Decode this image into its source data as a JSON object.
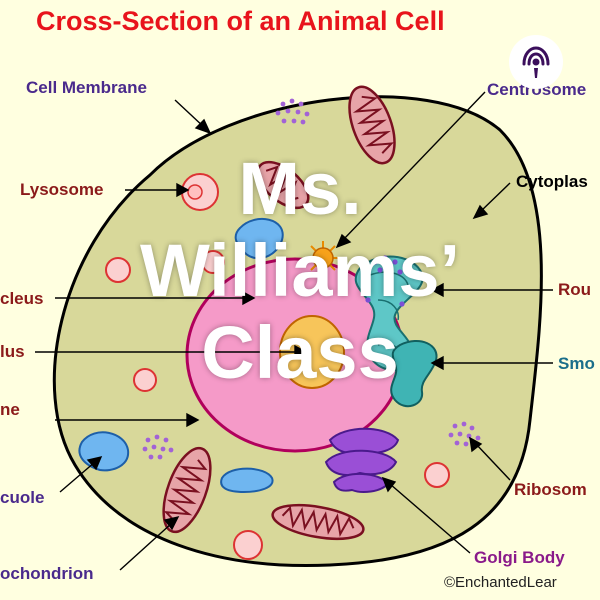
{
  "title": "Cross-Section of an Animal Cell",
  "labels": {
    "cell_membrane": "Cell Membrane",
    "lysosome": "Lysosome",
    "nucleus": "cleus",
    "nucleolus": "lus",
    "nuclear_membrane": "ne",
    "vacuole": "cuole",
    "mitochondrion": "ochondrion",
    "centrosome": "Centrosome",
    "cytoplasm": "Cytoplas",
    "rough_er": "Rou",
    "smooth_er": "Smo",
    "ribosomes": "Ribosom",
    "golgi": "Golgi Body"
  },
  "overlay": {
    "line1": "Ms.",
    "line2": "Williams’",
    "line3": "Class"
  },
  "copyright": "©EnchantedLear",
  "icons": {
    "podcast": "podcast-icon"
  },
  "colors": {
    "title": "#e8141c",
    "label_purple": "#4a2a8c",
    "label_maroon": "#8b1a1a",
    "label_black": "#000000",
    "label_teal": "#1a6e8a",
    "cytoplasm": "#d8d89a",
    "nucleus": "#f59ac8",
    "nucleolus": "#f7c55a"
  }
}
